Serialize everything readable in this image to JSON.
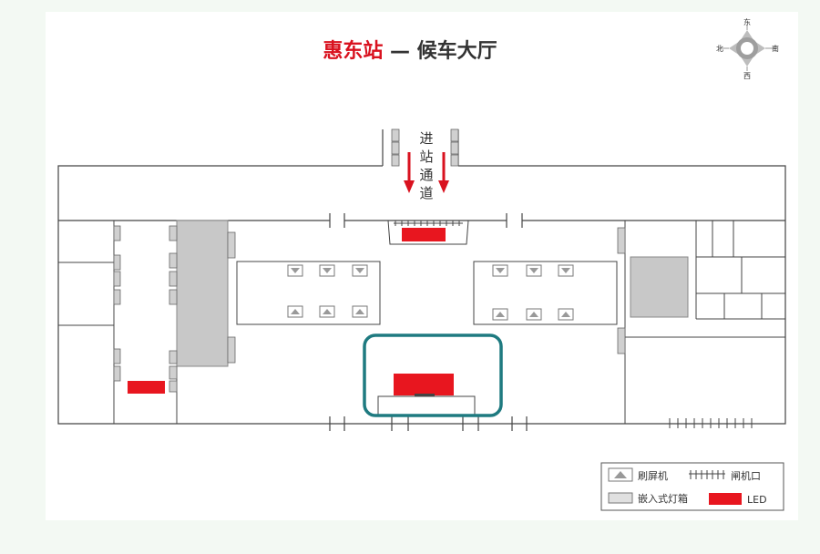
{
  "title": {
    "station": "惠东站",
    "dash": " — ",
    "hall": "候车大厅"
  },
  "compass": {
    "north": "北",
    "east": "东",
    "south": "南",
    "west": "西"
  },
  "entrance": {
    "label_chars": [
      "进",
      "站",
      "通",
      "道"
    ]
  },
  "legend": {
    "ticket_machine": "刷屏机",
    "gate": "闸机口",
    "lightbox": "嵌入式灯箱",
    "led": "LED"
  },
  "colors": {
    "accent_red": "#e8161f",
    "highlight_teal": "#1e7a80",
    "lightbox_gray": "#c8c8c8",
    "wall": "#444444"
  }
}
